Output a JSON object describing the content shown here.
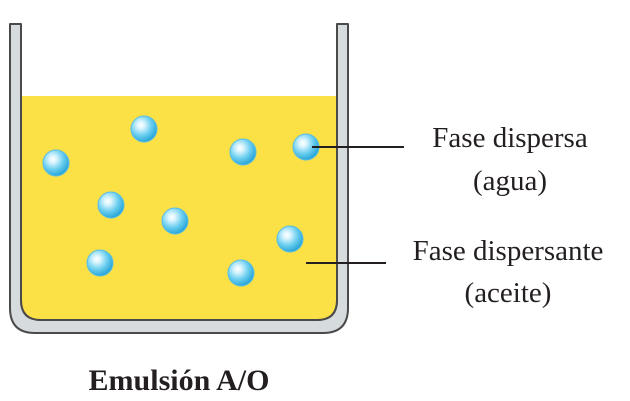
{
  "diagram": {
    "caption": "Emulsión A/O",
    "labels": {
      "dispersed_phase_line1": "Fase dispersa",
      "dispersed_phase_line2": "(agua)",
      "dispersing_phase_line1": "Fase dispersante",
      "dispersing_phase_line2": "(aceite)"
    },
    "colors": {
      "oil": "#fbe046",
      "water_droplet": "#6fd0f0",
      "container": "#d6dcde",
      "outline": "#4a4a4a"
    },
    "droplet_count": 9
  }
}
